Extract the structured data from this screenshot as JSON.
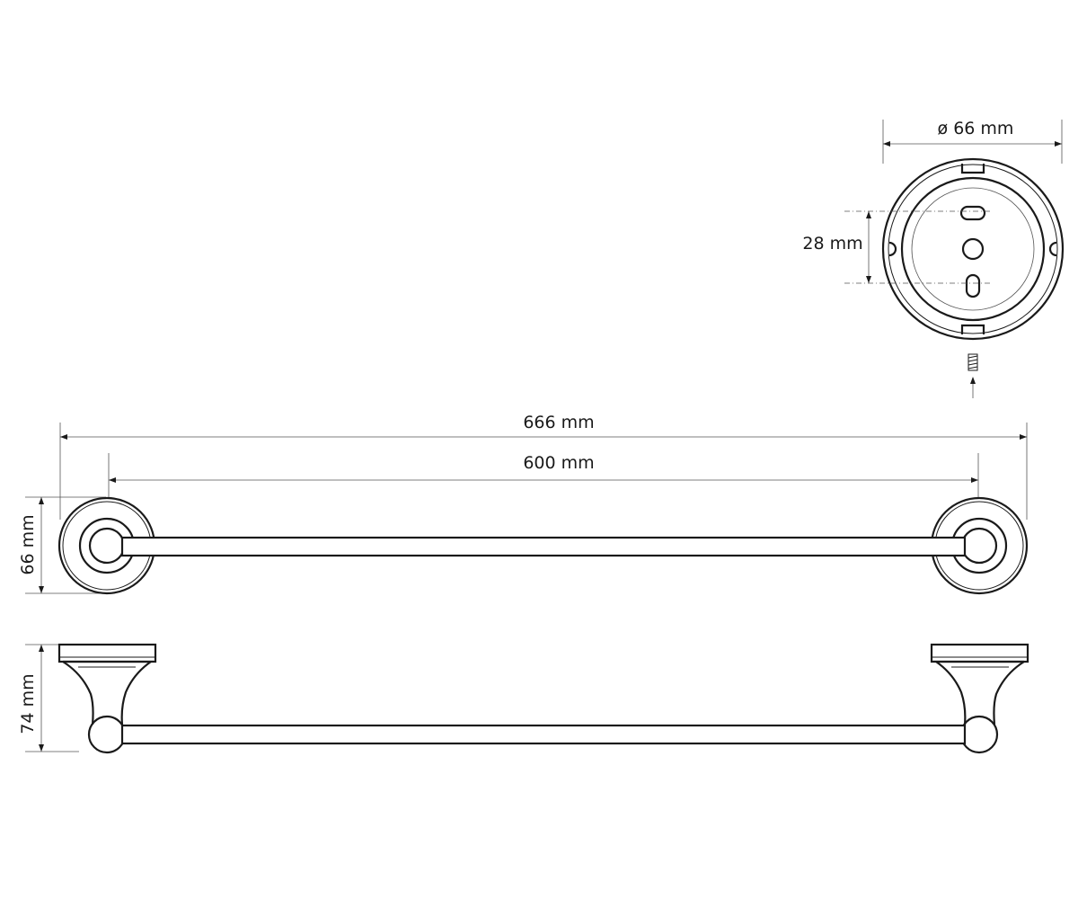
{
  "dimensions": {
    "plate_diameter": "ø 66 mm",
    "hole_spacing": "28 mm",
    "overall_length": "666 mm",
    "bar_length": "600 mm",
    "front_height": "66 mm",
    "side_depth": "74 mm"
  }
}
